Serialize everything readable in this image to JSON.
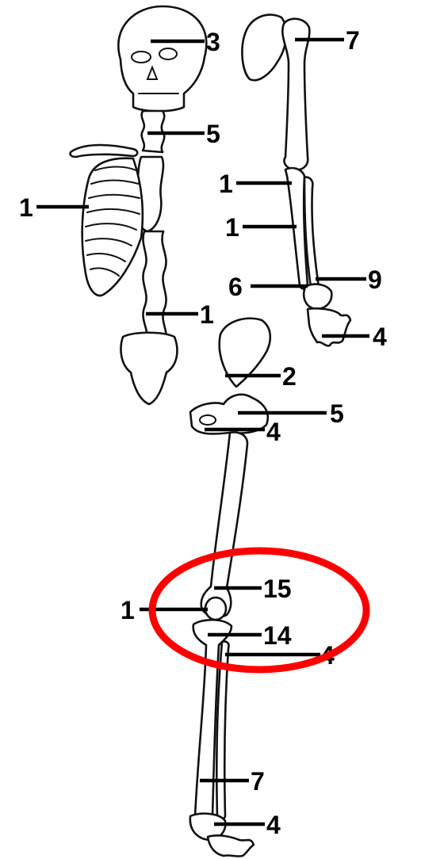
{
  "labels": {
    "skull": "3",
    "cervical": "5",
    "ribs": "1",
    "lumbar": "1",
    "shoulder": "7",
    "ulna": "1",
    "radius": "1",
    "wrist_left": "6",
    "wrist_right": "9",
    "hand": "4",
    "ilium": "2",
    "femur_head": "5",
    "ischium": "4",
    "femur_knee": "15",
    "patella": "1",
    "tibia_top": "14",
    "fibula": "4",
    "ankle": "7",
    "foot": "4"
  },
  "colors": {
    "highlight": "#ff0000",
    "ink": "#000000"
  }
}
